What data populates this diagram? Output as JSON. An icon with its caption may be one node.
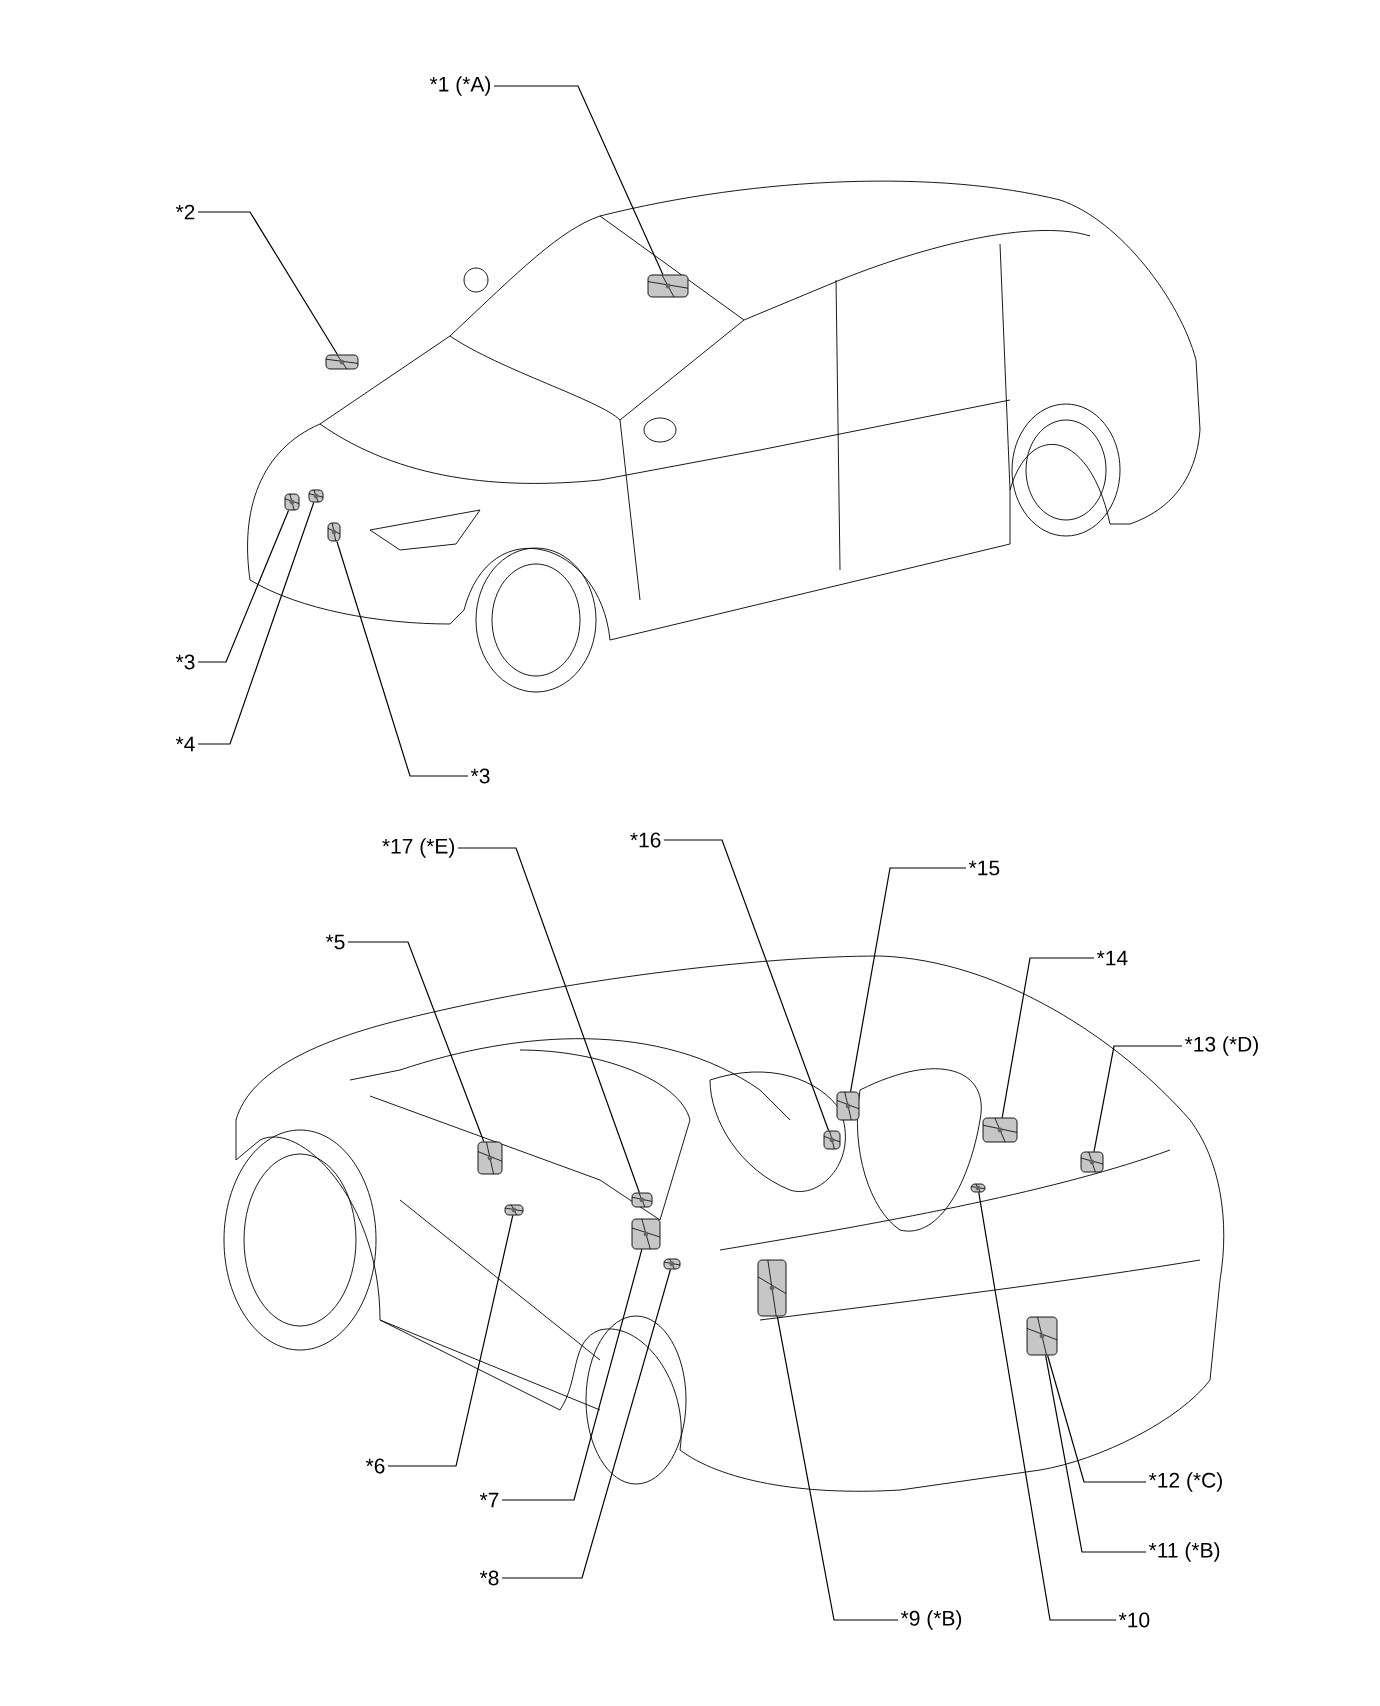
{
  "diagram": {
    "nodes": [
      {
        "text": [
          "*1 (*A)"
        ]
      },
      {
        "text": [
          "*2"
        ]
      },
      {
        "text": [
          "*3"
        ]
      },
      {
        "text": [
          "*4"
        ]
      },
      {
        "text": [
          "*3"
        ]
      },
      {
        "text": [
          "*17 (*E)"
        ]
      },
      {
        "text": [
          "*16"
        ]
      },
      {
        "text": [
          "*15"
        ]
      },
      {
        "text": [
          "*5"
        ]
      },
      {
        "text": [
          "*14"
        ]
      },
      {
        "text": [
          "*13 (*D)"
        ]
      },
      {
        "text": [
          "*6"
        ]
      },
      {
        "text": [
          "*7"
        ]
      },
      {
        "text": [
          "*12 (*C)"
        ]
      },
      {
        "text": [
          "*11 (*B)"
        ]
      },
      {
        "text": [
          "*8"
        ]
      },
      {
        "text": [
          "*9 (*B)"
        ]
      },
      {
        "text": [
          "*10"
        ]
      },
      {
        "text": [],
        "shape": "picture"
      },
      {
        "text": [],
        "shape": "picture"
      },
      {
        "text": [],
        "shape": "picture"
      },
      {
        "text": [],
        "shape": "picture"
      },
      {
        "text": [],
        "shape": "picture"
      },
      {
        "text": [],
        "shape": "picture"
      },
      {
        "text": [],
        "shape": "picture"
      },
      {
        "text": [],
        "shape": "picture"
      },
      {
        "text": [],
        "shape": "picture"
      },
      {
        "text": [],
        "shape": "picture"
      },
      {
        "text": [],
        "shape": "picture"
      },
      {
        "text": [],
        "shape": "picture"
      },
      {
        "text": [],
        "shape": "picture"
      },
      {
        "text": [],
        "shape": "picture"
      },
      {
        "text": [],
        "shape": "picture"
      },
      {
        "text": [],
        "shape": "picture"
      },
      {
        "text": [],
        "shape": "picture"
      }
    ],
    "edges": [
      {
        "from": 0,
        "to": 18,
        "arrow": "none"
      },
      {
        "from": 1,
        "to": 19,
        "arrow": "none"
      },
      {
        "from": 2,
        "to": 20,
        "arrow": "none"
      },
      {
        "from": 3,
        "to": 21,
        "arrow": "none"
      },
      {
        "from": 4,
        "to": 22,
        "arrow": "none"
      },
      {
        "from": 5,
        "to": 23,
        "arrow": "none"
      },
      {
        "from": 6,
        "to": 24,
        "arrow": "none"
      },
      {
        "from": 7,
        "to": 25,
        "arrow": "none"
      },
      {
        "from": 8,
        "to": 26,
        "arrow": "none"
      },
      {
        "from": 9,
        "to": 27,
        "arrow": "none"
      },
      {
        "from": 10,
        "to": 28,
        "arrow": "none"
      },
      {
        "from": 11,
        "to": 29,
        "arrow": "none"
      },
      {
        "from": 12,
        "to": 30,
        "arrow": "none"
      },
      {
        "from": 13,
        "to": 31,
        "arrow": "none"
      },
      {
        "from": 14,
        "to": 31,
        "arrow": "none"
      },
      {
        "from": 15,
        "to": 32,
        "arrow": "none"
      },
      {
        "from": 16,
        "to": 33,
        "arrow": "none"
      },
      {
        "from": 17,
        "to": 34,
        "arrow": "none"
      }
    ]
  }
}
